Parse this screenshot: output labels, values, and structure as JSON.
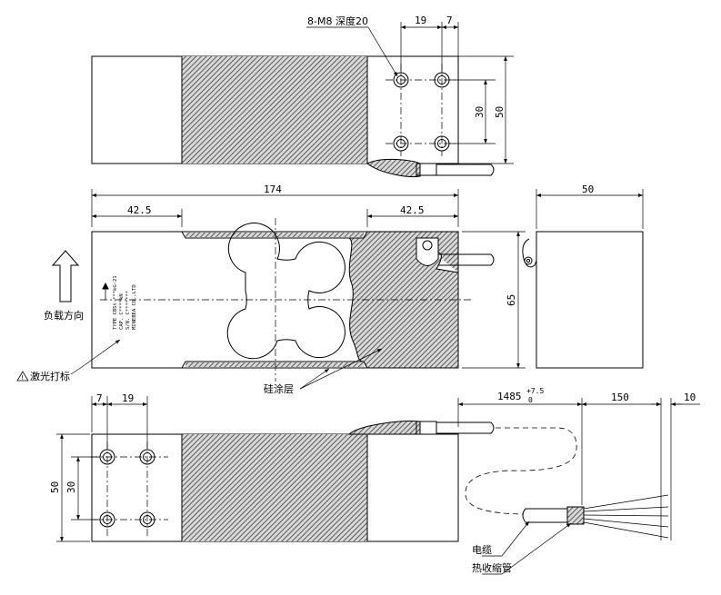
{
  "dimensions": {
    "top_19": "19",
    "top_7": "7",
    "top_30": "30",
    "top_50": "50",
    "length_174": "174",
    "left_42_5": "42.5",
    "right_42_5": "42.5",
    "side_50": "50",
    "height_65": "65",
    "bottom_7": "7",
    "bottom_19": "19",
    "bottom_50": "50",
    "bottom_30": "30",
    "cable_length": "1485",
    "cable_tol_upper": "+7.5",
    "cable_tol_lower": "0",
    "cable_150": "150",
    "cable_10": "10"
  },
  "annotations": {
    "thread_spec": "8-M8 深度20",
    "load_direction": "负载方向",
    "laser_mark": "激光打标",
    "silicone_coat": "硅涂层",
    "cable": "电缆",
    "heat_shrink": "热收缩管"
  },
  "nameplate": {
    "line1": "TYPE CBSt-***kG-21",
    "line2": "CAP. C****kN",
    "line3": "S/N. C*******",
    "line4": "MINEBEA CO.,LTD"
  },
  "colors": {
    "line": "#000000",
    "hatch": "#5a5a5a"
  }
}
